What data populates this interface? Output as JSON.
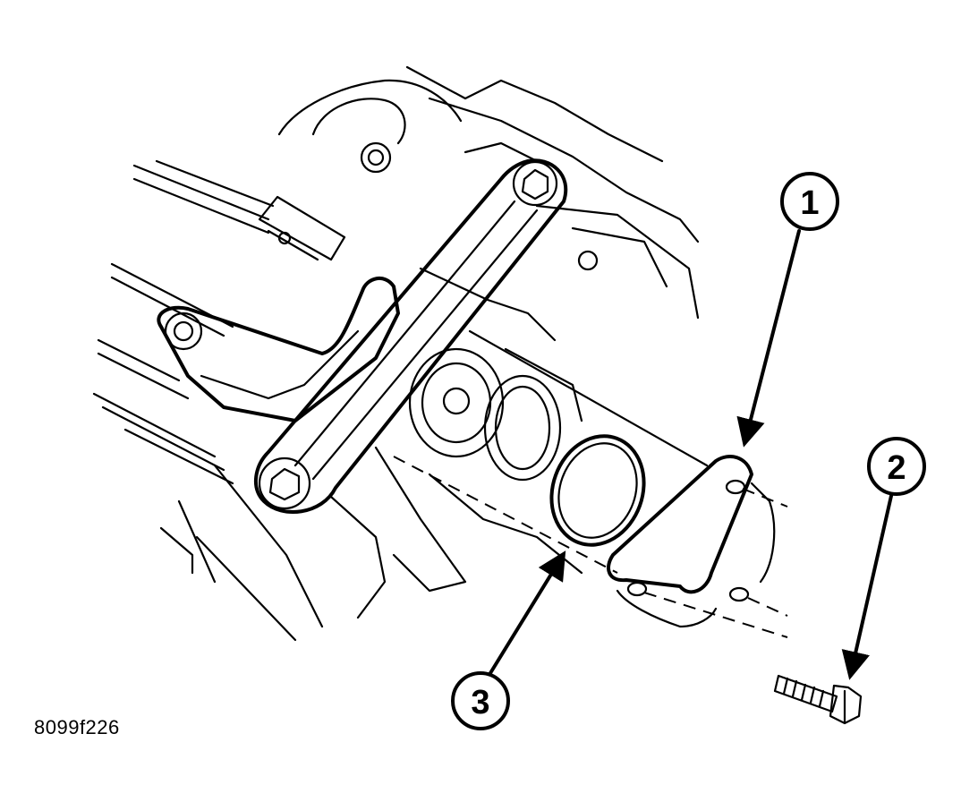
{
  "figure": {
    "id_label": "8099f226"
  },
  "callouts": [
    {
      "number": "1",
      "target": "cover-plate"
    },
    {
      "number": "2",
      "target": "bolt"
    },
    {
      "number": "3",
      "target": "o-ring-gasket"
    }
  ]
}
